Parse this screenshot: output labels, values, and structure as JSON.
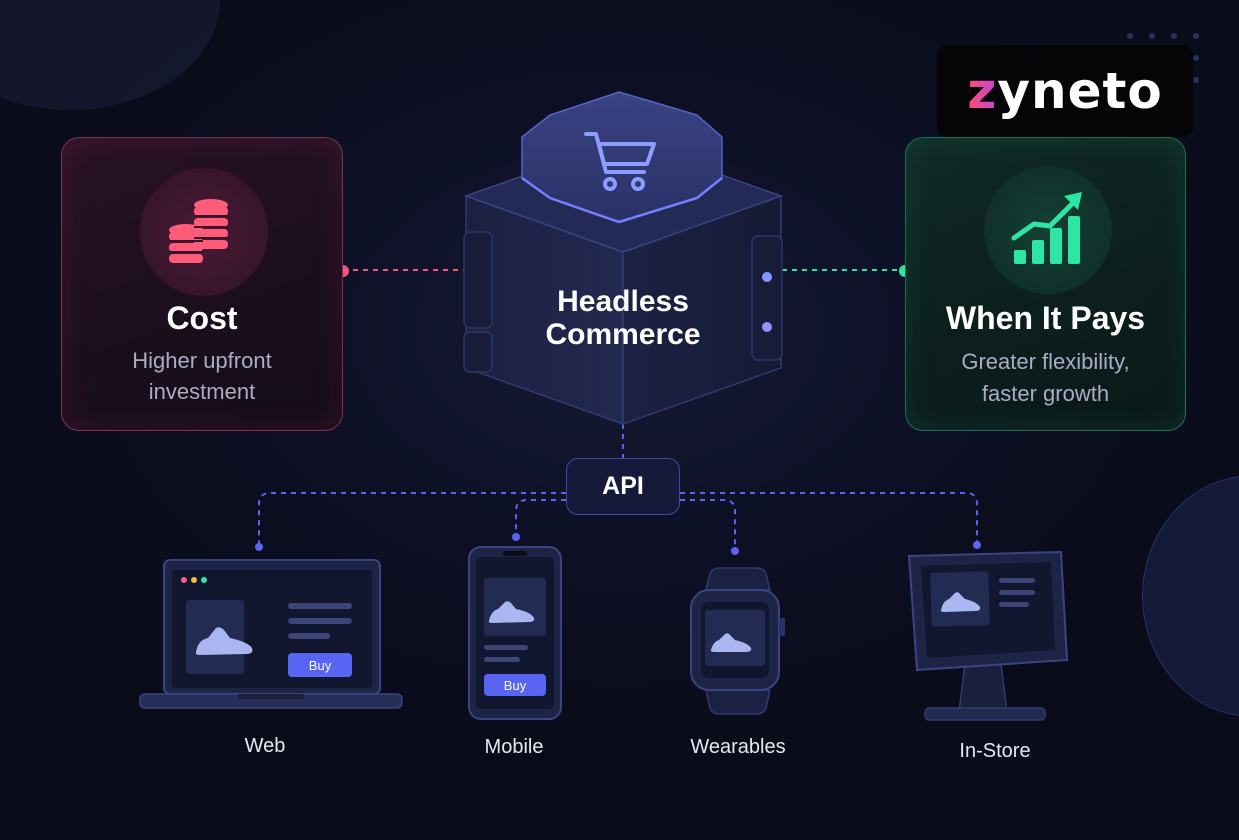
{
  "cost_card": {
    "title": "Cost",
    "subtitle_line1": "Higher upfront",
    "subtitle_line2": "investment"
  },
  "pays_card": {
    "title": "When It Pays",
    "subtitle_line1": "Greater flexibility,",
    "subtitle_line2": "faster growth"
  },
  "hub": {
    "label_line1": "Headless",
    "label_line2": "Commerce"
  },
  "api": {
    "label": "API"
  },
  "devices": {
    "web": {
      "label": "Web",
      "buy_label": "Buy"
    },
    "mobile": {
      "label": "Mobile",
      "buy_label": "Buy"
    },
    "wearables": {
      "label": "Wearables"
    },
    "instore": {
      "label": "In-Store"
    }
  },
  "logo": {
    "first_letter": "z",
    "rest": "yneto"
  },
  "colors": {
    "cost_accent": "#ff5c7a",
    "pays_accent": "#2ee6a4",
    "api_accent": "#5865f2",
    "background": "#0b0d1b"
  },
  "icons": {
    "cost": "coins-stack-icon",
    "pays": "growth-chart-icon",
    "hub": "shopping-cart-icon"
  }
}
